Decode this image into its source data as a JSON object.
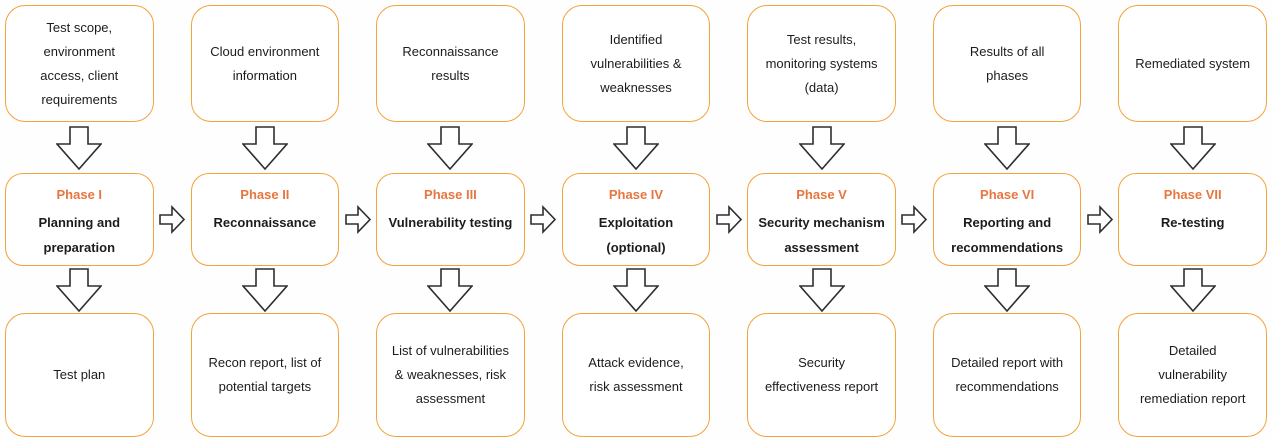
{
  "diagram_type": "flowchart",
  "subject": "Penetration testing phases with inputs and outputs",
  "colors": {
    "box_border": "#f2a33a",
    "phase_label_text": "#e7763f",
    "body_text": "#1c1c1c",
    "arrow_outline": "#2e2e2e",
    "box_fill": "#ffffff",
    "background": "#fefefe"
  },
  "icons": {
    "down_arrow": "block-arrow-down-icon",
    "right_arrow": "block-arrow-right-icon"
  },
  "columns": [
    {
      "input_lines": [
        "Test scope,",
        "environment",
        "access, client",
        "requirements"
      ],
      "phase_label": "Phase I",
      "phase_title_lines": [
        "Planning and",
        "preparation"
      ],
      "output_lines": [
        "Test plan"
      ]
    },
    {
      "input_lines": [
        "Cloud environment",
        "information"
      ],
      "phase_label": "Phase II",
      "phase_title_lines": [
        "Reconnaissance"
      ],
      "output_lines": [
        "Recon report, list of",
        "potential targets"
      ]
    },
    {
      "input_lines": [
        "Reconnaissance",
        "results"
      ],
      "phase_label": "Phase III",
      "phase_title_lines": [
        "Vulnerability testing"
      ],
      "output_lines": [
        "List of vulnerabilities",
        "& weaknesses, risk",
        "assessment"
      ]
    },
    {
      "input_lines": [
        "Identified",
        "vulnerabilities &",
        "weaknesses"
      ],
      "phase_label": "Phase IV",
      "phase_title_lines": [
        "Exploitation",
        "(optional)"
      ],
      "output_lines": [
        "Attack evidence,",
        "risk assessment"
      ]
    },
    {
      "input_lines": [
        "Test results,",
        "monitoring systems",
        "(data)"
      ],
      "phase_label": "Phase V",
      "phase_title_lines": [
        "Security mechanism",
        "assessment"
      ],
      "output_lines": [
        "Security",
        "effectiveness report"
      ]
    },
    {
      "input_lines": [
        "Results of all",
        "phases"
      ],
      "phase_label": "Phase VI",
      "phase_title_lines": [
        "Reporting and",
        "recommendations"
      ],
      "output_lines": [
        "Detailed report with",
        "recommendations"
      ]
    },
    {
      "input_lines": [
        "Remediated system"
      ],
      "phase_label": "Phase VII",
      "phase_title_lines": [
        "Re-testing"
      ],
      "output_lines": [
        "Detailed",
        "vulnerability",
        "remediation report"
      ]
    }
  ]
}
